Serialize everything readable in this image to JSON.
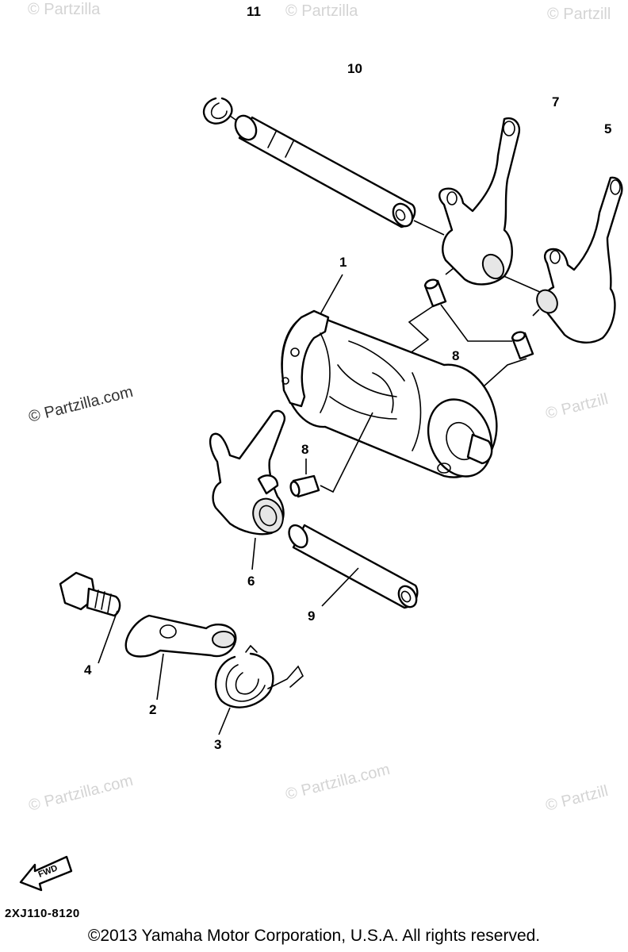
{
  "watermark": "© Partzilla.com",
  "watermark_partial_top": [
    "© Partzilla",
    "© Partzilla",
    "© Partzill"
  ],
  "watermark_partial_right": [
    "© Partzill",
    "© Partzill"
  ],
  "callouts": {
    "p1": "1",
    "p2": "2",
    "p3": "3",
    "p4": "4",
    "p5": "5",
    "p6": "6",
    "p7": "7",
    "p8a": "8",
    "p8b": "8",
    "p9": "9",
    "p10": "10",
    "p11": "11"
  },
  "fwd_label": "FWD",
  "diagram_code": "2XJ110-8120",
  "copyright": "©2013  Yamaha Motor Corporation, U.S.A. All rights reserved."
}
